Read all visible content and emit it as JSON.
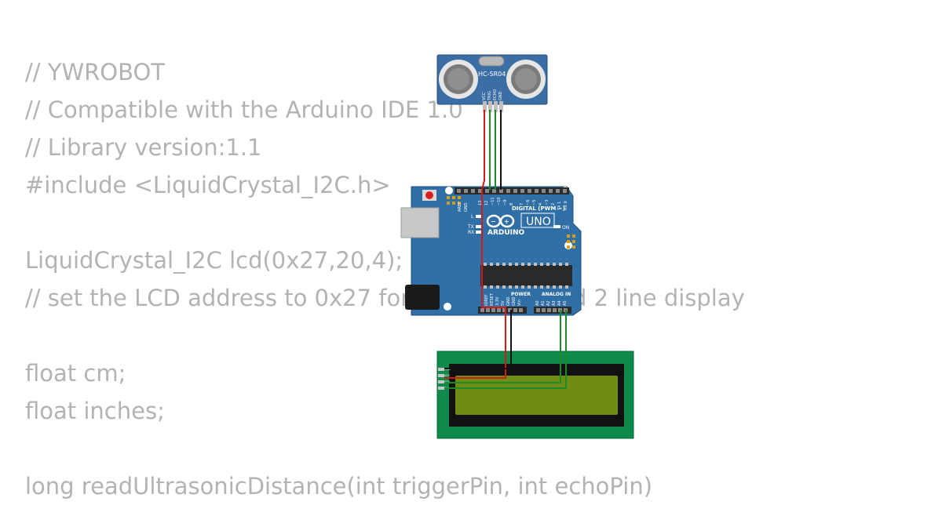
{
  "code_lines": [
    "// YWROBOT",
    "// Compatible with the Arduino IDE 1.0",
    "// Library version:1.1",
    "#include <LiquidCrystal_I2C.h>",
    "",
    "LiquidCrystal_I2C lcd(0x27,20,4);",
    "// set the LCD address to 0x27 for a 16 chars and 2 line display",
    "",
    "float cm;",
    "float inches;",
    "",
    "long readUltrasonicDistance(int triggerPin, int echoPin)"
  ],
  "sensor": {
    "label": "HC-SR04",
    "pins": [
      "VCC",
      "TRIG",
      "ECHO",
      "GND"
    ]
  },
  "arduino": {
    "model": "UNO",
    "brand": "ARDUINO",
    "digital_label": "DIGITAL (PWM ~)",
    "power_label": "POWER",
    "analog_label": "ANALOG IN",
    "on_label": "ON",
    "l_label": "L",
    "tx_label": "TX",
    "rx_label": "RX",
    "aref_label": "AREF",
    "gnd_label": "GND",
    "digital_pins": [
      "13",
      "12",
      "~11",
      "~10",
      "~9",
      "8",
      "7",
      "~6",
      "~5",
      "4",
      "~3",
      "2",
      "TX 1",
      "RX 0"
    ],
    "power_pins": [
      "IOREF",
      "RESET",
      "3.3V",
      "5V",
      "GND",
      "GND",
      "Vin"
    ],
    "analog_pins": [
      "A0",
      "A1",
      "A2",
      "A3",
      "A4",
      "A5"
    ]
  },
  "lcd": {
    "pins": [
      "GND",
      "VCC",
      "SDA",
      "SCL"
    ]
  },
  "colors": {
    "code_text": "#b3b3b3",
    "sensor_board": "#3a6ea5",
    "arduino_board": "#2f6fa5",
    "lcd_pcb": "#0f8a4a",
    "lcd_screen": "#6f8d12",
    "wire_power": "#d11a1a",
    "wire_signal": "#1a8a2a",
    "wire_ground": "#111111"
  }
}
